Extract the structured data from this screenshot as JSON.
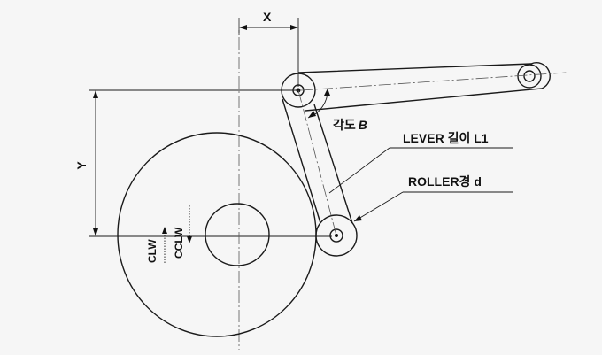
{
  "labels": {
    "x_dim": "X",
    "y_dim": "Y",
    "angle_prefix": "각도",
    "angle_symbol": "B",
    "lever": "LEVER 길이 L1",
    "roller": "ROLLER경 d",
    "clw": "CLW",
    "cclw": "CCLW"
  }
}
